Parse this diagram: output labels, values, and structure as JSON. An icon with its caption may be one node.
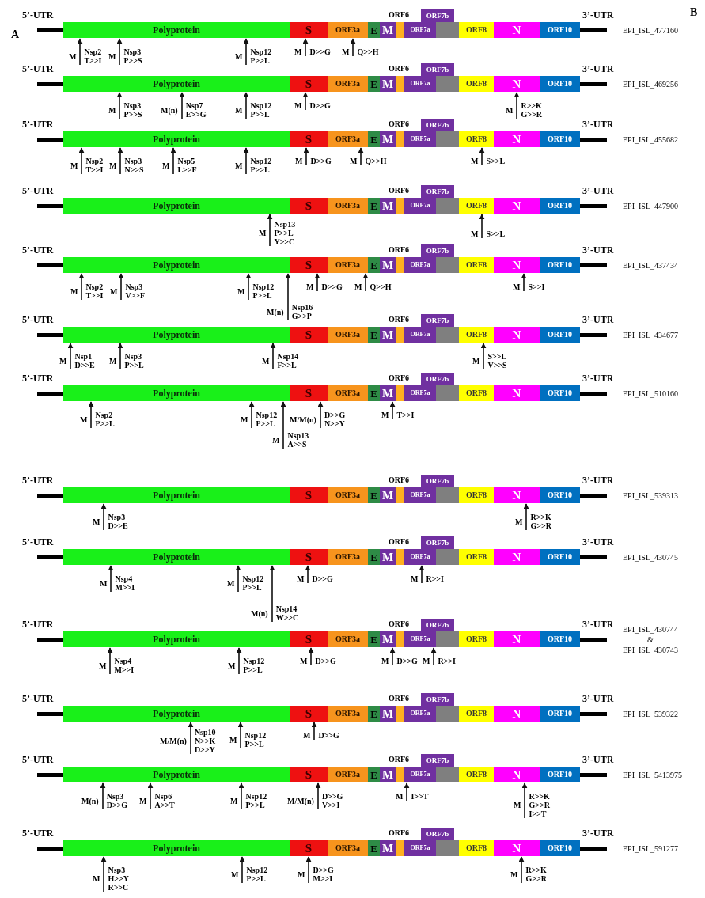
{
  "diagram": {
    "nodes": [
      {
        "text": [
          "5’-UTR"
        ]
      },
      {
        "text": [
          "Polyprotein"
        ]
      },
      {
        "text": [
          "S"
        ]
      },
      {
        "text": [
          "ORF3a"
        ]
      },
      {
        "text": [
          "E"
        ]
      },
      {
        "text": [
          "M"
        ]
      },
      {
        "text": [],
        "shape": "box",
        "beside": [
          "ORF6"
        ]
      },
      {
        "text": [
          "ORF7a"
        ]
      },
      {
        "text": [
          "ORF7b"
        ]
      },
      {
        "text": [],
        "shape": "box"
      },
      {
        "text": [
          "ORF8"
        ]
      },
      {
        "text": [
          "N"
        ]
      },
      {
        "text": [
          "ORF10"
        ]
      },
      {
        "text": [
          "3’-UTR"
        ],
        "beside": [
          "EPI_ISL_477160"
        ]
      },
      {
        "text": [
          "M",
          "Nsp2 T>>I"
        ]
      },
      {
        "text": [
          "M",
          "Nsp3 P>>S"
        ]
      },
      {
        "text": [
          "M",
          "Nsp12 P>>L"
        ]
      },
      {
        "text": [
          "M",
          "D>>G"
        ]
      },
      {
        "text": [
          "M",
          "Q>>H"
        ]
      },
      {
        "text": [
          "5’-UTR"
        ]
      },
      {
        "text": [
          "Polyprotein"
        ]
      },
      {
        "text": [
          "S"
        ]
      },
      {
        "text": [
          "ORF3a"
        ]
      },
      {
        "text": [
          "E"
        ]
      },
      {
        "text": [
          "M"
        ]
      },
      {
        "text": [],
        "shape": "box",
        "beside": [
          "ORF6"
        ]
      },
      {
        "text": [
          "ORF7a"
        ]
      },
      {
        "text": [
          "ORF7b"
        ]
      },
      {
        "text": [],
        "shape": "box"
      },
      {
        "text": [
          "ORF8"
        ]
      },
      {
        "text": [
          "N"
        ]
      },
      {
        "text": [
          "ORF10"
        ]
      },
      {
        "text": [
          "3’-UTR"
        ],
        "beside": [
          "EPI_ISL_469256"
        ]
      },
      {
        "text": [
          "M",
          "Nsp3 P>>S"
        ]
      },
      {
        "text": [
          "M(n)",
          "Nsp7 E>>G"
        ]
      },
      {
        "text": [
          "M",
          "Nsp12 P>>L"
        ]
      },
      {
        "text": [
          "M",
          "D>>G"
        ]
      },
      {
        "text": [
          "M",
          "R>>K G>>R"
        ]
      },
      {
        "text": [
          "5’-UTR"
        ]
      },
      {
        "text": [
          "Polyprotein"
        ]
      },
      {
        "text": [
          "S"
        ]
      },
      {
        "text": [
          "ORF3a"
        ]
      },
      {
        "text": [
          "E"
        ]
      },
      {
        "text": [
          "M"
        ]
      },
      {
        "text": [],
        "shape": "box",
        "beside": [
          "ORF6"
        ]
      },
      {
        "text": [
          "ORF7a"
        ]
      },
      {
        "text": [
          "ORF7b"
        ]
      },
      {
        "text": [],
        "shape": "box"
      },
      {
        "text": [
          "ORF8"
        ]
      },
      {
        "text": [
          "N"
        ]
      },
      {
        "text": [
          "ORF10"
        ]
      },
      {
        "text": [
          "3’-UTR"
        ],
        "beside": [
          "EPI_ISL_455682"
        ]
      },
      {
        "text": [
          "M",
          "Nsp2 T>>I"
        ]
      },
      {
        "text": [
          "M",
          "Nsp3 N>>S"
        ]
      },
      {
        "text": [
          "M",
          "Nsp5 L>>F"
        ]
      },
      {
        "text": [
          "M",
          "Nsp12 P>>L"
        ]
      },
      {
        "text": [
          "M",
          "D>>G"
        ]
      },
      {
        "text": [
          "M",
          "Q>>H"
        ]
      },
      {
        "text": [
          "M",
          "S>>L"
        ]
      },
      {
        "text": [
          "5’-UTR"
        ]
      },
      {
        "text": [
          "Polyprotein"
        ]
      },
      {
        "text": [
          "S"
        ]
      },
      {
        "text": [
          "ORF3a"
        ]
      },
      {
        "text": [
          "E"
        ]
      },
      {
        "text": [
          "M"
        ]
      },
      {
        "text": [],
        "shape": "box",
        "beside": [
          "ORF6"
        ]
      },
      {
        "text": [
          "ORF7a"
        ]
      },
      {
        "text": [
          "ORF7b"
        ]
      },
      {
        "text": [],
        "shape": "box"
      },
      {
        "text": [
          "ORF8"
        ]
      },
      {
        "text": [
          "N"
        ]
      },
      {
        "text": [
          "ORF10"
        ]
      },
      {
        "text": [
          "3’-UTR"
        ],
        "beside": [
          "EPI_ISL_447900"
        ]
      },
      {
        "text": [
          "M",
          "Nsp13 P>>L Y>>C"
        ]
      },
      {
        "text": [
          "M",
          "S>>L"
        ]
      },
      {
        "text": [
          "5’-UTR"
        ]
      },
      {
        "text": [
          "Polyprotein"
        ]
      },
      {
        "text": [
          "S"
        ]
      },
      {
        "text": [
          "ORF3a"
        ]
      },
      {
        "text": [
          "E"
        ]
      },
      {
        "text": [
          "M"
        ]
      },
      {
        "text": [],
        "shape": "box",
        "beside": [
          "ORF6"
        ]
      },
      {
        "text": [
          "ORF7a"
        ]
      },
      {
        "text": [
          "ORF7b"
        ]
      },
      {
        "text": [],
        "shape": "box"
      },
      {
        "text": [
          "ORF8"
        ]
      },
      {
        "text": [
          "N"
        ]
      },
      {
        "text": [
          "ORF10"
        ]
      },
      {
        "text": [
          "3’-UTR"
        ],
        "beside": [
          "EPI_ISL_437434"
        ]
      },
      {
        "text": [
          "M",
          "Nsp2 T>>I"
        ]
      },
      {
        "text": [
          "M",
          "Nsp3 V>>F"
        ]
      },
      {
        "text": [
          "M",
          "Nsp12 P>>L"
        ]
      },
      {
        "text": [
          "M",
          "D>>G"
        ]
      },
      {
        "text": [
          "M",
          "Q>>H"
        ]
      },
      {
        "text": [
          "M",
          "S>>I"
        ]
      },
      {
        "text": [
          "M(n)",
          "Nsp16 G>>P"
        ]
      },
      {
        "text": [
          "5’-UTR"
        ]
      },
      {
        "text": [
          "Polyprotein"
        ]
      },
      {
        "text": [
          "S"
        ]
      },
      {
        "text": [
          "ORF3a"
        ]
      },
      {
        "text": [
          "E"
        ]
      },
      {
        "text": [
          "M"
        ]
      },
      {
        "text": [],
        "shape": "box",
        "beside": [
          "ORF6"
        ]
      },
      {
        "text": [
          "ORF7a"
        ]
      },
      {
        "text": [
          "ORF7b"
        ]
      },
      {
        "text": [],
        "shape": "box"
      },
      {
        "text": [
          "ORF8"
        ]
      },
      {
        "text": [
          "N"
        ]
      },
      {
        "text": [
          "ORF10"
        ]
      },
      {
        "text": [
          "3’-UTR"
        ],
        "beside": [
          "EPI_ISL_434677"
        ]
      },
      {
        "text": [
          "M",
          "Nsp1 D>>E"
        ]
      },
      {
        "text": [
          "M",
          "Nsp3 P>>L"
        ]
      },
      {
        "text": [
          "M",
          "Nsp14 F>>L"
        ]
      },
      {
        "text": [
          "M",
          "S>>L V>>S"
        ]
      },
      {
        "text": [
          "5’-UTR"
        ]
      },
      {
        "text": [
          "Polyprotein"
        ]
      },
      {
        "text": [
          "S"
        ]
      },
      {
        "text": [
          "ORF3a"
        ]
      },
      {
        "text": [
          "E"
        ]
      },
      {
        "text": [
          "M"
        ]
      },
      {
        "text": [],
        "shape": "box",
        "beside": [
          "ORF6"
        ]
      },
      {
        "text": [
          "ORF7a"
        ]
      },
      {
        "text": [
          "ORF7b"
        ]
      },
      {
        "text": [],
        "shape": "box"
      },
      {
        "text": [
          "ORF8"
        ]
      },
      {
        "text": [
          "N"
        ]
      },
      {
        "text": [
          "ORF10"
        ]
      },
      {
        "text": [
          "3’-UTR"
        ],
        "beside": [
          "EPI_ISL_510160"
        ]
      },
      {
        "text": [
          "M",
          "Nsp2 P>>L"
        ]
      },
      {
        "text": [
          "M",
          "Nsp12 P>>L"
        ]
      },
      {
        "text": [
          "M/M(n)",
          "D>>G N>>Y"
        ]
      },
      {
        "text": [
          "M",
          "T>>I"
        ]
      },
      {
        "text": [
          "M",
          "Nsp13 A>>S"
        ]
      },
      {
        "text": [
          "5’-UTR"
        ]
      },
      {
        "text": [
          "Polyprotein"
        ]
      },
      {
        "text": [
          "S"
        ]
      },
      {
        "text": [
          "ORF3a"
        ]
      },
      {
        "text": [
          "E"
        ]
      },
      {
        "text": [
          "M"
        ]
      },
      {
        "text": [],
        "shape": "box",
        "beside": [
          "ORF6"
        ]
      },
      {
        "text": [
          "ORF7a"
        ]
      },
      {
        "text": [
          "ORF7b"
        ]
      },
      {
        "text": [],
        "shape": "box"
      },
      {
        "text": [
          "ORF8"
        ]
      },
      {
        "text": [
          "N"
        ]
      },
      {
        "text": [
          "ORF10"
        ]
      },
      {
        "text": [
          "3’-UTR"
        ],
        "beside": [
          "EPI_ISL_539313"
        ]
      },
      {
        "text": [
          "M",
          "Nsp3 D>>E"
        ]
      },
      {
        "text": [
          "M",
          "R>>K G>>R"
        ]
      },
      {
        "text": [
          "5’-UTR"
        ]
      },
      {
        "text": [
          "Polyprotein"
        ]
      },
      {
        "text": [
          "S"
        ]
      },
      {
        "text": [
          "ORF3a"
        ]
      },
      {
        "text": [
          "E"
        ]
      },
      {
        "text": [
          "M"
        ]
      },
      {
        "text": [],
        "shape": "box",
        "beside": [
          "ORF6"
        ]
      },
      {
        "text": [
          "ORF7a"
        ]
      },
      {
        "text": [
          "ORF7b"
        ]
      },
      {
        "text": [],
        "shape": "box"
      },
      {
        "text": [
          "ORF8"
        ]
      },
      {
        "text": [
          "N"
        ]
      },
      {
        "text": [
          "ORF10"
        ]
      },
      {
        "text": [
          "3’-UTR"
        ],
        "beside": [
          "EPI_ISL_430745"
        ]
      },
      {
        "text": [
          "M",
          "Nsp4 M>>I"
        ]
      },
      {
        "text": [
          "M",
          "Nsp12 P>>L"
        ]
      },
      {
        "text": [
          "M",
          "D>>G"
        ]
      },
      {
        "text": [
          "M",
          "R>>I"
        ]
      },
      {
        "text": [
          "M(n)",
          "Nsp14 W>>C"
        ]
      },
      {
        "text": [
          "5’-UTR"
        ]
      },
      {
        "text": [
          "Polyprotein"
        ]
      },
      {
        "text": [
          "S"
        ]
      },
      {
        "text": [
          "ORF3a"
        ]
      },
      {
        "text": [
          "E"
        ]
      },
      {
        "text": [
          "M"
        ]
      },
      {
        "text": [],
        "shape": "box",
        "beside": [
          "ORF6"
        ]
      },
      {
        "text": [
          "ORF7a"
        ]
      },
      {
        "text": [
          "ORF7b"
        ]
      },
      {
        "text": [],
        "shape": "box"
      },
      {
        "text": [
          "ORF8"
        ]
      },
      {
        "text": [
          "N"
        ]
      },
      {
        "text": [
          "ORF10"
        ]
      },
      {
        "text": [
          "3’-UTR"
        ],
        "beside": [
          "EPI_ISL_430744 & EPI_ISL_430743"
        ]
      },
      {
        "text": [
          "M",
          "Nsp4 M>>I"
        ]
      },
      {
        "text": [
          "M",
          "Nsp12 P>>L"
        ]
      },
      {
        "text": [
          "M",
          "D>>G"
        ]
      },
      {
        "text": [
          "M",
          "D>>G"
        ]
      },
      {
        "text": [
          "M",
          "R>>I"
        ]
      },
      {
        "text": [
          "5’-UTR"
        ]
      },
      {
        "text": [
          "Polyprotein"
        ]
      },
      {
        "text": [
          "S"
        ]
      },
      {
        "text": [
          "ORF3a"
        ]
      },
      {
        "text": [
          "E"
        ]
      },
      {
        "text": [
          "M"
        ]
      },
      {
        "text": [],
        "shape": "box",
        "beside": [
          "ORF6"
        ]
      },
      {
        "text": [
          "ORF7a"
        ]
      },
      {
        "text": [
          "ORF7b"
        ]
      },
      {
        "text": [],
        "shape": "box"
      },
      {
        "text": [
          "ORF8"
        ]
      },
      {
        "text": [
          "N"
        ]
      },
      {
        "text": [
          "ORF10"
        ]
      },
      {
        "text": [
          "3’-UTR"
        ],
        "beside": [
          "EPI_ISL_539322"
        ]
      },
      {
        "text": [
          "M/M(n)",
          "Nsp10 N>>K D>>Y"
        ]
      },
      {
        "text": [
          "M",
          "Nsp12 P>>L"
        ]
      },
      {
        "text": [
          "M",
          "D>>G"
        ]
      },
      {
        "text": [
          "5’-UTR"
        ]
      },
      {
        "text": [
          "Polyprotein"
        ]
      },
      {
        "text": [
          "S"
        ]
      },
      {
        "text": [
          "ORF3a"
        ]
      },
      {
        "text": [
          "E"
        ]
      },
      {
        "text": [
          "M"
        ]
      },
      {
        "text": [],
        "shape": "box",
        "beside": [
          "ORF6"
        ]
      },
      {
        "text": [
          "ORF7a"
        ]
      },
      {
        "text": [
          "ORF7b"
        ]
      },
      {
        "text": [],
        "shape": "box"
      },
      {
        "text": [
          "ORF8"
        ]
      },
      {
        "text": [
          "N"
        ]
      },
      {
        "text": [
          "ORF10"
        ]
      },
      {
        "text": [
          "3’-UTR"
        ],
        "beside": [
          "EPI_ISL_5413975"
        ]
      },
      {
        "text": [
          "M(n)",
          "Nsp3 D>>G"
        ]
      },
      {
        "text": [
          "M",
          "Nsp6 A>>T"
        ]
      },
      {
        "text": [
          "M",
          "Nsp12 P>>L"
        ]
      },
      {
        "text": [
          "M/M(n)",
          "D>>G V>>I"
        ]
      },
      {
        "text": [
          "M",
          "I>>T"
        ]
      },
      {
        "text": [
          "M",
          "R>>K G>>R I>>T"
        ]
      },
      {
        "text": [
          "5’-UTR"
        ]
      },
      {
        "text": [
          "Polyprotein"
        ]
      },
      {
        "text": [
          "S"
        ]
      },
      {
        "text": [
          "ORF3a"
        ]
      },
      {
        "text": [
          "E"
        ]
      },
      {
        "text": [
          "M"
        ]
      },
      {
        "text": [],
        "shape": "box",
        "beside": [
          "ORF6"
        ]
      },
      {
        "text": [
          "ORF7a"
        ]
      },
      {
        "text": [
          "ORF7b"
        ]
      },
      {
        "text": [],
        "shape": "box"
      },
      {
        "text": [
          "ORF8"
        ]
      },
      {
        "text": [
          "N"
        ]
      },
      {
        "text": [
          "ORF10"
        ]
      },
      {
        "text": [
          "3’-UTR"
        ],
        "beside": [
          "EPI_ISL_591277"
        ]
      },
      {
        "text": [
          "M",
          "Nsp3 H>>Y R>>C"
        ]
      },
      {
        "text": [
          "M",
          "Nsp12 P>>L"
        ]
      },
      {
        "text": [
          "M",
          "D>>G M>>I"
        ]
      },
      {
        "text": [
          "M",
          "R>>K G>>R"
        ]
      }
    ],
    "edges": [
      {
        "from": 14,
        "to": 1,
        "arrow": "to"
      },
      {
        "from": 15,
        "to": 1,
        "arrow": "to"
      },
      {
        "from": 16,
        "to": 1,
        "arrow": "to"
      },
      {
        "from": 17,
        "to": 2,
        "arrow": "to"
      },
      {
        "from": 18,
        "to": 3,
        "arrow": "to"
      },
      {
        "from": 33,
        "to": 20,
        "arrow": "to"
      },
      {
        "from": 34,
        "to": 20,
        "arrow": "to"
      },
      {
        "from": 35,
        "to": 20,
        "arrow": "to"
      },
      {
        "from": 36,
        "to": 21,
        "arrow": "to"
      },
      {
        "from": 37,
        "to": 30,
        "arrow": "to"
      },
      {
        "from": 52,
        "to": 39,
        "arrow": "to"
      },
      {
        "from": 53,
        "to": 39,
        "arrow": "to"
      },
      {
        "from": 54,
        "to": 39,
        "arrow": "to"
      },
      {
        "from": 55,
        "to": 39,
        "arrow": "to"
      },
      {
        "from": 56,
        "to": 40,
        "arrow": "to"
      },
      {
        "from": 57,
        "to": 41,
        "arrow": "to"
      },
      {
        "from": 58,
        "to": 48,
        "arrow": "to"
      },
      {
        "from": 73,
        "to": 60,
        "arrow": "to"
      },
      {
        "from": 74,
        "to": 69,
        "arrow": "to"
      },
      {
        "from": 89,
        "to": 76,
        "arrow": "to"
      },
      {
        "from": 90,
        "to": 76,
        "arrow": "to"
      },
      {
        "from": 91,
        "to": 76,
        "arrow": "to"
      },
      {
        "from": 92,
        "to": 77,
        "arrow": "to"
      },
      {
        "from": 93,
        "to": 78,
        "arrow": "to"
      },
      {
        "from": 94,
        "to": 86,
        "arrow": "to"
      },
      {
        "from": 95,
        "to": 76,
        "arrow": "to"
      },
      {
        "from": 110,
        "to": 97,
        "arrow": "to"
      },
      {
        "from": 111,
        "to": 97,
        "arrow": "to"
      },
      {
        "from": 112,
        "to": 97,
        "arrow": "to"
      },
      {
        "from": 113,
        "to": 106,
        "arrow": "to"
      },
      {
        "from": 128,
        "to": 115,
        "arrow": "to"
      },
      {
        "from": 129,
        "to": 115,
        "arrow": "to"
      },
      {
        "from": 130,
        "to": 116,
        "arrow": "to"
      },
      {
        "from": 131,
        "to": 119,
        "arrow": "to"
      },
      {
        "from": 132,
        "to": 115,
        "arrow": "to"
      },
      {
        "from": 147,
        "to": 134,
        "arrow": "to"
      },
      {
        "from": 148,
        "to": 144,
        "arrow": "to"
      },
      {
        "from": 163,
        "to": 150,
        "arrow": "to"
      },
      {
        "from": 164,
        "to": 150,
        "arrow": "to"
      },
      {
        "from": 165,
        "to": 151,
        "arrow": "to"
      },
      {
        "from": 166,
        "to": 156,
        "arrow": "to"
      },
      {
        "from": 167,
        "to": 150,
        "arrow": "to"
      },
      {
        "from": 182,
        "to": 169,
        "arrow": "to"
      },
      {
        "from": 183,
        "to": 169,
        "arrow": "to"
      },
      {
        "from": 184,
        "to": 170,
        "arrow": "to"
      },
      {
        "from": 185,
        "to": 173,
        "arrow": "to"
      },
      {
        "from": 186,
        "to": 175,
        "arrow": "to"
      },
      {
        "from": 201,
        "to": 188,
        "arrow": "to"
      },
      {
        "from": 202,
        "to": 188,
        "arrow": "to"
      },
      {
        "from": 203,
        "to": 189,
        "arrow": "to"
      },
      {
        "from": 218,
        "to": 205,
        "arrow": "to"
      },
      {
        "from": 219,
        "to": 205,
        "arrow": "to"
      },
      {
        "from": 220,
        "to": 205,
        "arrow": "to"
      },
      {
        "from": 221,
        "to": 206,
        "arrow": "to"
      },
      {
        "from": 222,
        "to": 211,
        "arrow": "to"
      },
      {
        "from": 223,
        "to": 215,
        "arrow": "to"
      },
      {
        "from": 238,
        "to": 225,
        "arrow": "to"
      },
      {
        "from": 239,
        "to": 225,
        "arrow": "to"
      },
      {
        "from": 240,
        "to": 226,
        "arrow": "to"
      },
      {
        "from": 241,
        "to": 235,
        "arrow": "to"
      }
    ],
    "labels": [
      "A",
      "B"
    ]
  }
}
